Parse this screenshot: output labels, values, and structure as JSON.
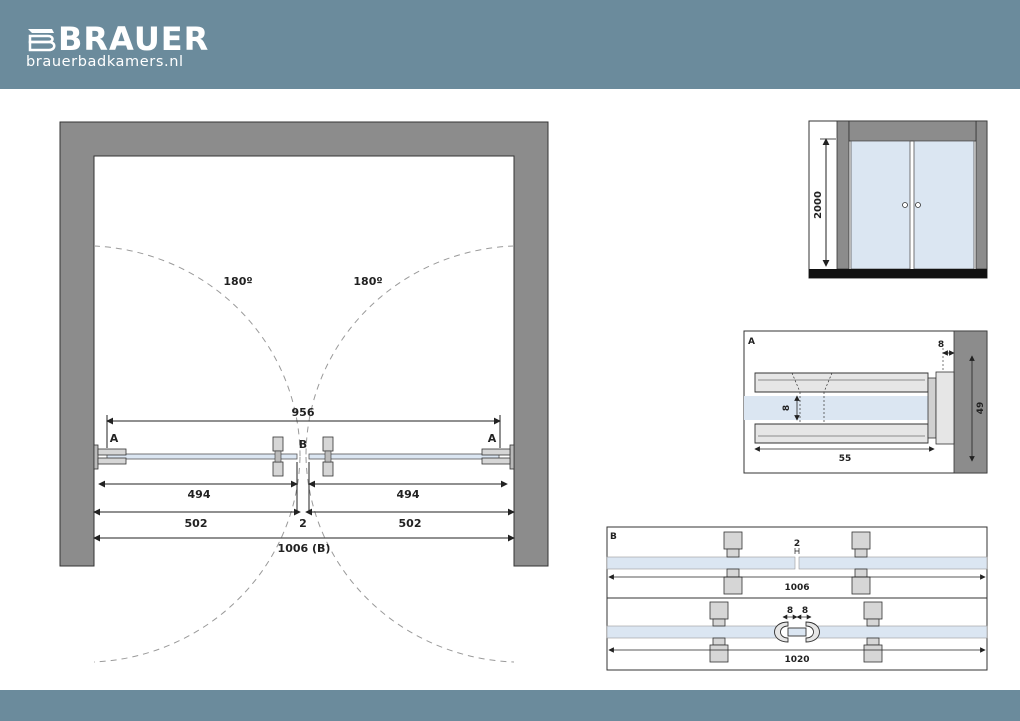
{
  "brand": {
    "name": "BRAUER",
    "website": "brauerbadkamers.nl"
  },
  "colors": {
    "header_bar": "#6b8b9c",
    "wall": "#8c8c8c",
    "glass": "#dbe6f2",
    "line": "#222222"
  },
  "plan_view": {
    "swing_angle_left": "180º",
    "swing_angle_right": "180º",
    "dim_overall_glass": "956",
    "dim_panel_left": "494",
    "dim_panel_right": "494",
    "dim_opening_left": "502",
    "dim_gap": "2",
    "dim_opening_right": "502",
    "dim_total": "1006 (B)",
    "marker_left": "A",
    "marker_center": "B",
    "marker_right": "A"
  },
  "front_view": {
    "height_label": "2000"
  },
  "detail_a": {
    "title": "A",
    "dim_top": "8",
    "dim_glass": "8",
    "dim_width": "55",
    "dim_height": "49"
  },
  "detail_b": {
    "title": "B",
    "dim_gap": "2",
    "dim_width_top": "1006",
    "dim_left": "8",
    "dim_right": "8",
    "dim_width_bottom": "1020"
  }
}
